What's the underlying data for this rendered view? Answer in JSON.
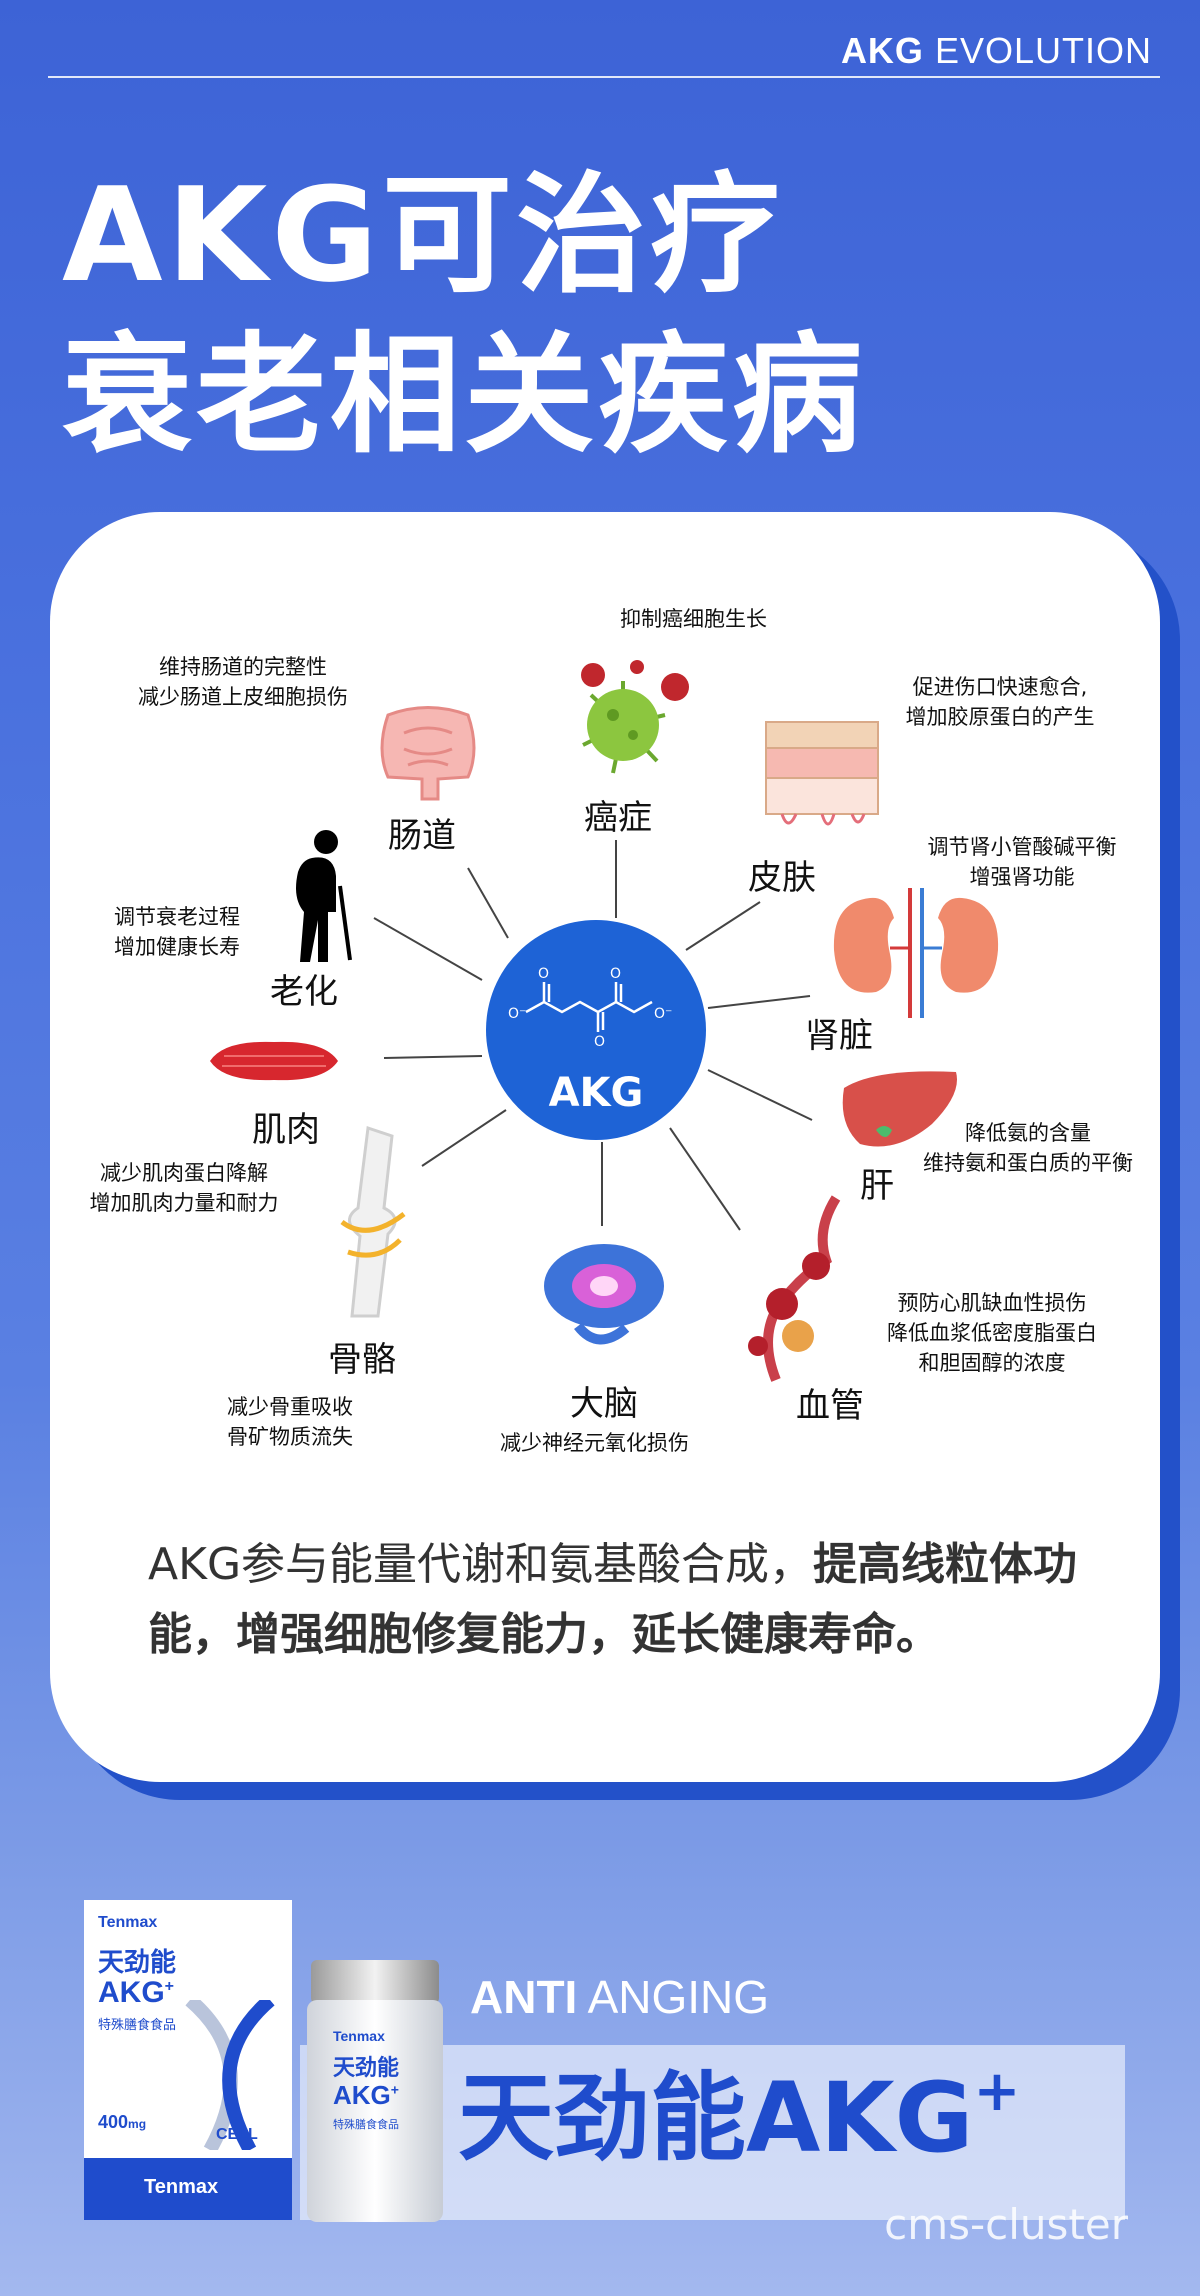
{
  "header": {
    "brand_bold": "AKG",
    "brand_rest": "EVOLUTION"
  },
  "title": {
    "line1": "AKG可治疗",
    "line2": "衰老相关疾病"
  },
  "center": {
    "label": "AKG"
  },
  "nodes": {
    "intestine": {
      "label": "肠道",
      "desc": [
        "维持肠道的完整性",
        "减少肠道上皮细胞损伤"
      ]
    },
    "cancer": {
      "label": "癌症",
      "desc": [
        "抑制癌细胞生长"
      ]
    },
    "skin": {
      "label": "皮肤",
      "desc": [
        "促进伤口快速愈合,",
        "增加胶原蛋白的产生"
      ]
    },
    "kidney": {
      "label": "肾脏",
      "desc": [
        "调节肾小管酸碱平衡",
        "增强肾功能"
      ]
    },
    "liver": {
      "label": "肝",
      "desc": [
        "降低氨的含量",
        "维持氨和蛋白质的平衡"
      ]
    },
    "vessel": {
      "label": "血管",
      "desc": [
        "预防心肌缺血性损伤",
        "降低血浆低密度脂蛋白",
        "和胆固醇的浓度"
      ]
    },
    "brain": {
      "label": "大脑",
      "desc": [
        "减少神经元氧化损伤"
      ]
    },
    "bone": {
      "label": "骨骼",
      "desc": [
        "减少骨重吸收",
        "骨矿物质流失"
      ]
    },
    "muscle": {
      "label": "肌肉",
      "desc": [
        "减少肌肉蛋白降解",
        "增加肌肉力量和耐力"
      ]
    },
    "aging": {
      "label": "老化",
      "desc": [
        "调节衰老过程",
        "增加健康长寿"
      ]
    }
  },
  "summary": {
    "part1": "AKG参与能量代谢和氨基酸合成，",
    "part2": "提高线粒体功能，增强细胞修复能力，延长健康寿命。"
  },
  "footer": {
    "anti_bold": "ANTI",
    "anti_rest": "ANGING",
    "product_name": "天劲能AKG",
    "product_sup": "+",
    "watermark": "cms-cluster"
  },
  "package": {
    "brand": "Tenmax",
    "name_cn": "天劲能",
    "name_en": "AKG",
    "sup": "+",
    "category": "特殊膳食食品",
    "dose": "400",
    "dose_unit": "mg",
    "cell": "CELL"
  },
  "colors": {
    "accent": "#1f4ccc",
    "center": "#1e63d6",
    "background": "#4a71de"
  }
}
